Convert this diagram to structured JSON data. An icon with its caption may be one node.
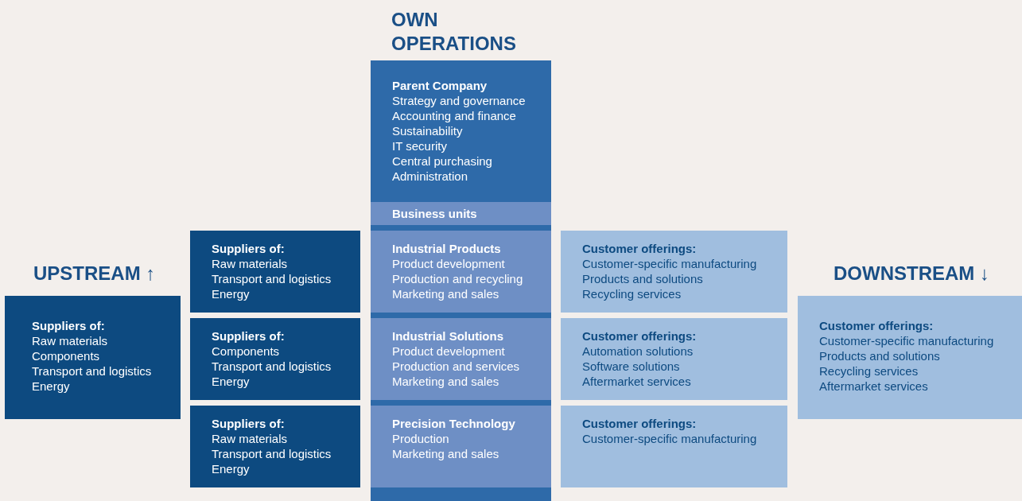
{
  "diagram": {
    "nodes": [
      {
        "text": [],
        "shape": "bar"
      },
      {
        "text": [
          "Parent Company",
          "Strategy and governance",
          "Accounting and finance",
          "Sustainability",
          "IT security",
          "Central purchasing",
          "Administration"
        ],
        "in": 0
      },
      {
        "text": [
          "Business units"
        ],
        "in": 0
      },
      {
        "text": [
          "Suppliers of:",
          "Raw materials",
          "Components",
          "Transport and logistics",
          "Energy"
        ]
      },
      {
        "text": [
          "Suppliers of:",
          "Raw materials",
          "Transport and logistics",
          "Energy"
        ]
      },
      {
        "text": [
          "Industrial Products",
          "Product development",
          "Production and recycling",
          "Marketing and sales"
        ],
        "in": 0
      },
      {
        "text": [
          "Customer offerings:",
          "Customer-specific manufacturing",
          "Products and solutions",
          "Recycling services"
        ]
      },
      {
        "text": [
          "Customer offerings:",
          "Customer-specific manufacturing",
          "Products and solutions",
          "Recycling services",
          "Aftermarket services"
        ]
      },
      {
        "text": [
          "Suppliers of:",
          "Components",
          "Transport and logistics",
          "Energy"
        ]
      },
      {
        "text": [
          "Industrial Solutions",
          "Product development",
          "Production and services",
          "Marketing and sales"
        ],
        "in": 0
      },
      {
        "text": [
          "Customer offerings:",
          "Automation solutions",
          "Software solutions",
          "Aftermarket services"
        ]
      },
      {
        "text": [
          "Suppliers of:",
          "Raw materials",
          "Transport and logistics",
          "Energy"
        ]
      },
      {
        "text": [
          "Precision Technology",
          "Production",
          "Marketing and sales"
        ],
        "in": 0
      },
      {
        "text": [
          "Customer offerings:",
          "Customer-specific manufacturing"
        ]
      }
    ],
    "labels": [
      "OWN OPERATIONS",
      "UPSTREAM ↑",
      "DOWNSTREAM ↓"
    ]
  }
}
